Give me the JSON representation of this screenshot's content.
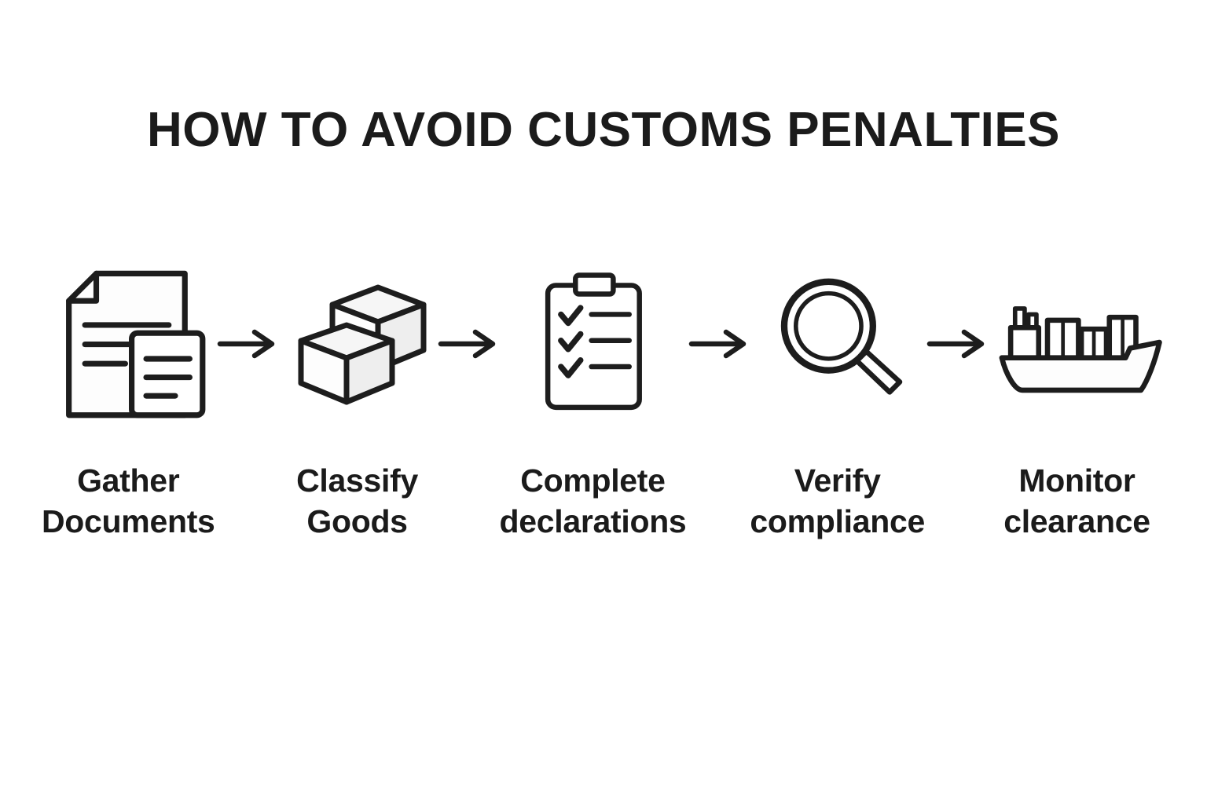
{
  "title": "HOW TO AVOID CUSTOMS PENALTIES",
  "steps": [
    {
      "icon": "documents-icon",
      "label_line1": "Gather",
      "label_line2": "Documents"
    },
    {
      "icon": "boxes-icon",
      "label_line1": "Classify",
      "label_line2": "Goods"
    },
    {
      "icon": "clipboard-checklist-icon",
      "label_line1": "Complete",
      "label_line2": "declarations"
    },
    {
      "icon": "magnifier-icon",
      "label_line1": "Verify",
      "label_line2": "compliance"
    },
    {
      "icon": "cargo-ship-icon",
      "label_line1": "Monitor",
      "label_line2": "clearance"
    }
  ],
  "colors": {
    "background": "#ffffff",
    "ink": "#1d1d1d",
    "fill_light": "#f2f2f2",
    "fill_white": "#fdfdfd"
  }
}
